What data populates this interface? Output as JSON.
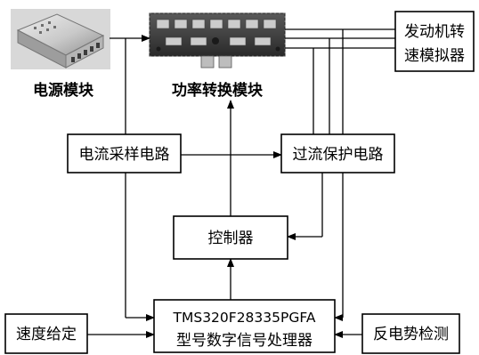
{
  "figure": {
    "photos": {
      "power_supply": {
        "caption": "电源模块"
      },
      "power_module": {
        "caption": "功率转换模块"
      }
    },
    "blocks": {
      "engine_simulator": {
        "lines": [
          "发动机转",
          "速模拟器"
        ]
      },
      "current_sampling": {
        "label": "电流采样电路"
      },
      "overcurrent_protection": {
        "label": "过流保护电路"
      },
      "controller": {
        "label": "控制器"
      },
      "dsp": {
        "lines": [
          "TMS320F28335PGFA",
          "型号数字信号处理器"
        ]
      },
      "speed_setpoint": {
        "label": "速度给定"
      },
      "back_emf_detection": {
        "label": "反电势检测"
      }
    }
  }
}
